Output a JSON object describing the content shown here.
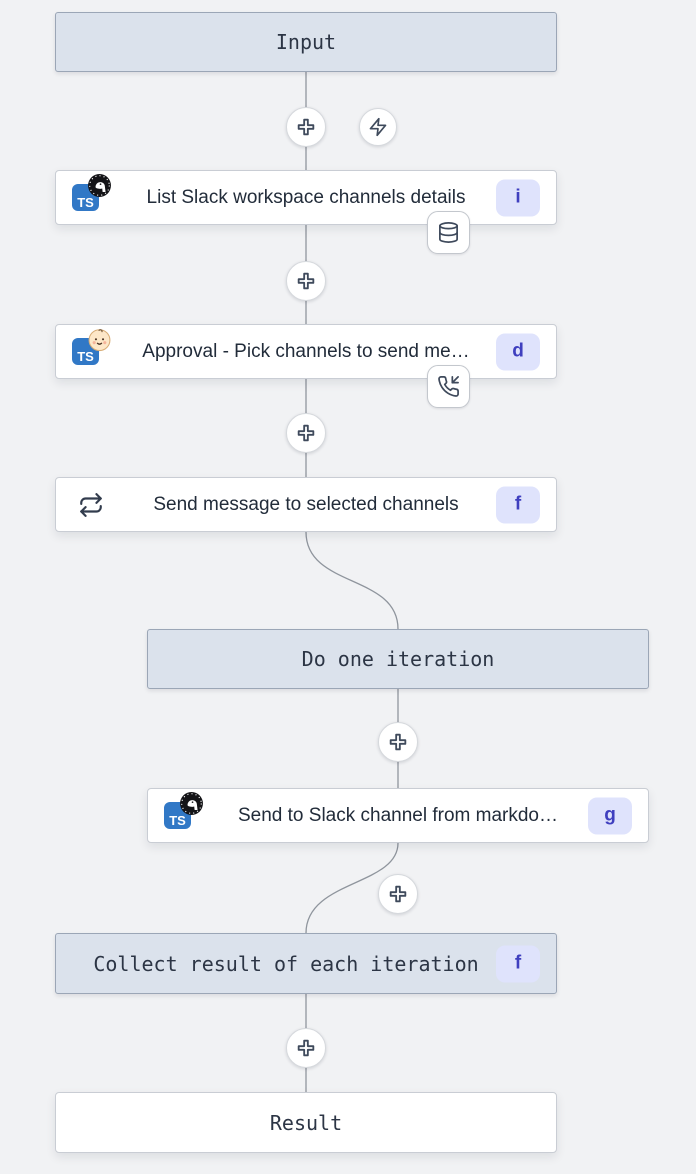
{
  "colors": {
    "canvas_bg": "#f1f2f4",
    "virtual_node_bg": "#dbe2ec",
    "virtual_node_border": "#9ba6b6",
    "step_node_bg": "#ffffff",
    "step_node_border": "#c9cdd4",
    "edge": "#8f959d",
    "badge_bg": "#dfe3fc",
    "badge_text": "#3f3fbf",
    "ts_icon_bg": "#3178c6",
    "label_text": "#2c3545"
  },
  "nodes": {
    "input": {
      "label": "Input"
    },
    "list_channels": {
      "label": "List Slack workspace channels details",
      "badge": "i",
      "lang": "TS",
      "overlay_icon": "deno-logo",
      "attachment_icon": "database"
    },
    "approval": {
      "label": "Approval - Pick channels to send me…",
      "badge": "d",
      "lang": "TS",
      "overlay_icon": "baby-face",
      "attachment_icon": "phone-incoming"
    },
    "loop": {
      "label": "Send message to selected channels",
      "badge": "f",
      "icon": "repeat"
    },
    "iteration": {
      "label": "Do one iteration"
    },
    "send_markdown": {
      "label": "Send to Slack channel from markdo…",
      "badge": "g",
      "lang": "TS",
      "overlay_icon": "deno-logo"
    },
    "collect": {
      "label": "Collect result of each iteration",
      "badge": "f"
    },
    "result": {
      "label": "Result"
    }
  },
  "controls": {
    "add_step_icon": "plus",
    "trigger_icon": "zap"
  }
}
